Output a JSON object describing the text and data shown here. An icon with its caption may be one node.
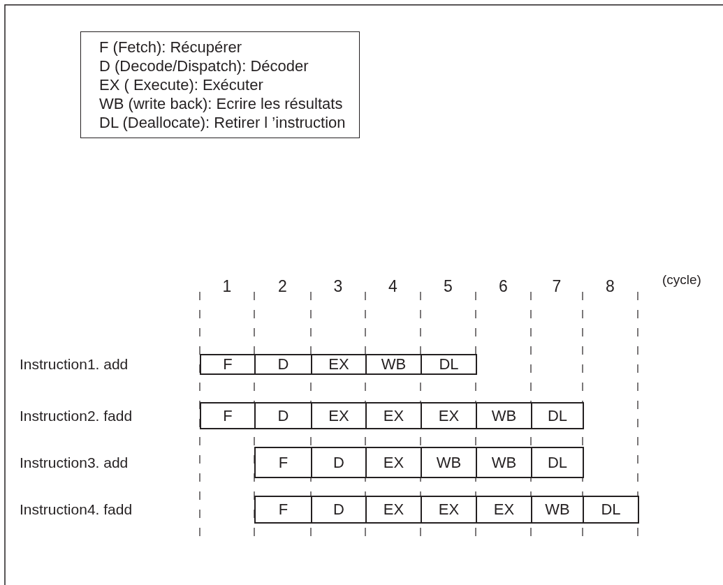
{
  "diagram": {
    "nodes": [
      {
        "text": [
          "F (Fetch): Récupérer",
          "D (Decode/Dispatch): Décoder",
          "EX ( Execute): Exécuter",
          "WB (write back): Ecrire les résultats",
          "DL (Deallocate): Retirer l ’instruction"
        ]
      },
      {
        "text": [
          "F"
        ]
      },
      {
        "text": [
          "D"
        ]
      },
      {
        "text": [
          "EX"
        ]
      },
      {
        "text": [
          "WB"
        ]
      },
      {
        "text": [
          "DL"
        ]
      },
      {
        "text": [
          "F"
        ]
      },
      {
        "text": [
          "D"
        ]
      },
      {
        "text": [
          "EX"
        ]
      },
      {
        "text": [
          "EX"
        ]
      },
      {
        "text": [
          "EX"
        ]
      },
      {
        "text": [
          "WB"
        ]
      },
      {
        "text": [
          "DL"
        ]
      },
      {
        "text": [
          "F"
        ]
      },
      {
        "text": [
          "D"
        ]
      },
      {
        "text": [
          "EX"
        ]
      },
      {
        "text": [
          "WB"
        ]
      },
      {
        "text": [
          "WB"
        ]
      },
      {
        "text": [
          "DL"
        ]
      },
      {
        "text": [
          "F"
        ]
      },
      {
        "text": [
          "D"
        ]
      },
      {
        "text": [
          "EX"
        ]
      },
      {
        "text": [
          "EX"
        ]
      },
      {
        "text": [
          "EX"
        ]
      },
      {
        "text": [
          "WB"
        ]
      },
      {
        "text": [
          "DL"
        ]
      }
    ],
    "labels": [
      "1",
      "2",
      "3",
      "4",
      "5",
      "6",
      "7",
      "8",
      "(cycle)",
      "Instruction1. add",
      "Instruction2. fadd",
      "Instruction3. add",
      "Instruction4. fadd"
    ]
  }
}
